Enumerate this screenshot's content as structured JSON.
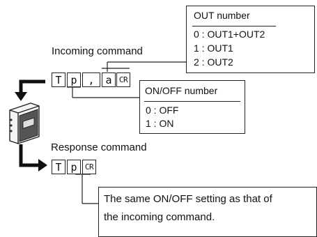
{
  "out_box": {
    "title": "OUT number",
    "lines": [
      "0 : OUT1+OUT2",
      "1 : OUT1",
      "2 : OUT2"
    ]
  },
  "incoming": {
    "label": "Incoming command",
    "cells": [
      "T",
      "p",
      ",",
      "a",
      "CR"
    ]
  },
  "onoff_box": {
    "title": "ON/OFF number",
    "lines": [
      "0 : OFF",
      "1 : ON"
    ]
  },
  "response": {
    "label": "Response command",
    "cells": [
      "T",
      "p",
      "CR"
    ]
  },
  "note": {
    "lines": [
      "The same ON/OFF setting as that of",
      "the incoming command."
    ]
  }
}
